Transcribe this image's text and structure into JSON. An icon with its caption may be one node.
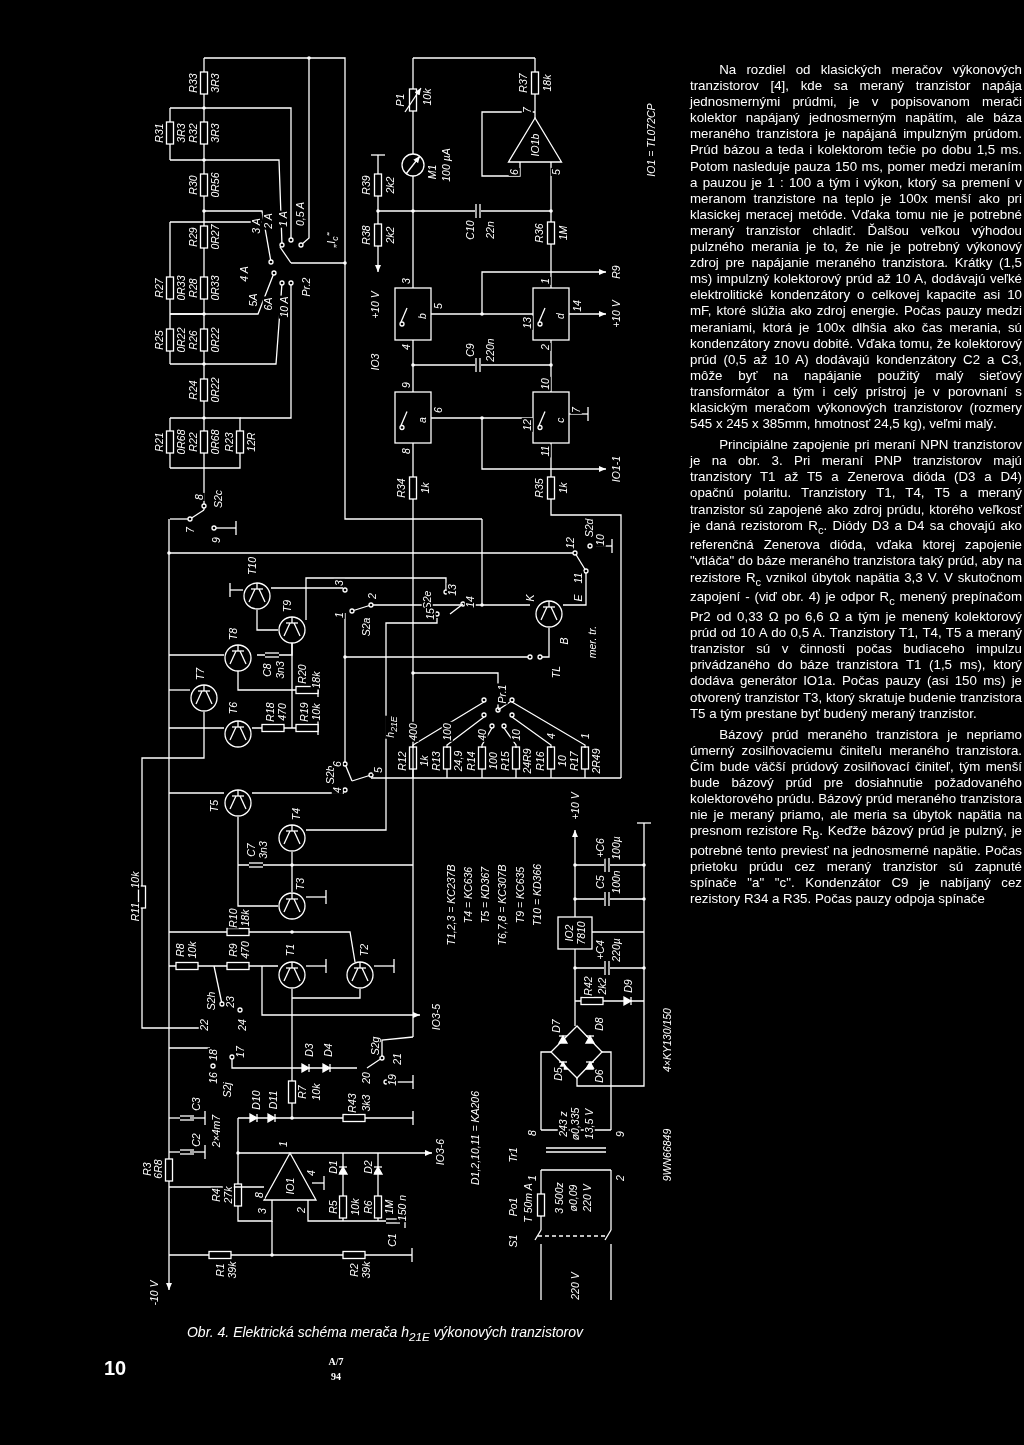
{
  "diagram": {
    "caption": "Obr. 4. Elektrická schéma merača h$_{21E}$ výkonových tranzistorov",
    "labels": [
      "R33",
      "3R3",
      "R31",
      "3R3",
      "R32",
      "3R3",
      "R30",
      "0R56",
      "R29",
      "0R27",
      "R27",
      "0R33",
      "R28",
      "0R33",
      "R25",
      "0R22",
      "R26",
      "0R22",
      "R24",
      "0R22",
      "R21",
      "0R68",
      "R22",
      "0R68",
      "R23",
      "12R",
      "3 A",
      "2 A",
      "1 A",
      "0,5 A",
      "4 A",
      "5A",
      "6A",
      "10 A",
      "Pr.2",
      "„I$_{c}$“",
      "8",
      "S2c",
      "7",
      "9",
      "R39",
      "2k2",
      "R38",
      "2k2",
      "+10 V",
      "IO3",
      "P1",
      "10k",
      "M1",
      "100 µA",
      "C10",
      "22n",
      "R37",
      "18k",
      "IO1b",
      "7",
      "6",
      "5",
      "R36",
      "1M",
      "3",
      "b",
      "5",
      "4",
      "1",
      "d",
      "13",
      "14",
      "2",
      "9",
      "a",
      "6",
      "8",
      "10",
      "c",
      "12",
      "7",
      "11",
      "C9",
      "220n",
      "R34",
      "1k",
      "R35",
      "1k",
      "R9",
      "+10 V",
      "IO1-1",
      "IO1 = TL072CP",
      "S2d",
      "12",
      "10",
      "11",
      "T10",
      "T9",
      "T8",
      "T7",
      "C8",
      "3n3",
      "R20",
      "18k",
      "T6",
      "R18",
      "470",
      "R19",
      "10k",
      "3",
      "1",
      "2",
      "S2a",
      "S2e",
      "13",
      "15",
      "14",
      "K",
      "E",
      "B",
      "mer. tr.",
      "TL",
      "Pr.1",
      "h$_{21E}$",
      "400",
      "R12",
      "1k",
      "100",
      "R13",
      "24,9",
      "40",
      "R14",
      "100",
      "10",
      "R15",
      "24R9",
      "4",
      "R16",
      "10",
      "1",
      "R17",
      "2R49",
      "S2b",
      "6",
      "4",
      "5",
      "T5",
      "T4",
      "C7",
      "3n3",
      "T1,2,3 = KC237B",
      "T4 = KC636",
      "T5 = KD367",
      "T6,7,8 = KC307B",
      "T9 = KC635",
      "T10 = KD366",
      "+10 V",
      "+C6",
      "100µ",
      "C5",
      "100n",
      "IO2",
      "7810",
      "+C4",
      "220µ",
      "R42",
      "2k2",
      "D9",
      "T3",
      "R10",
      "18k",
      "R8",
      "10k",
      "R9",
      "470",
      "T1",
      "T2",
      "R11",
      "10k",
      "S2h",
      "22",
      "23",
      "24",
      "IO3-5",
      "D7",
      "D8",
      "D5",
      "D6",
      "4×KY130/150",
      "9WN66849",
      "18",
      "17",
      "16",
      "S2j",
      "D3",
      "D4",
      "S2g",
      "21",
      "20",
      "19",
      "C3",
      "D10",
      "D11",
      "R7",
      "10k",
      "R43",
      "3k3",
      "C2",
      "2×4m7",
      "R3",
      "6R8",
      "IO1",
      "8",
      "3",
      "2",
      "4",
      "1",
      "D1",
      "D2",
      "R4",
      "27k",
      "R5",
      "10k",
      "R6",
      "1M",
      "150 n",
      "C1",
      "IO3-6",
      "D1,2,10,11 = KA206",
      "Tr1",
      "8",
      "243 z",
      "ø0,335",
      "13,5 V",
      "9",
      "1",
      "3 500z",
      "ø0,09",
      "220 V",
      "2",
      "Po1",
      "T 50m A",
      "S1",
      "-10 V",
      "R1",
      "39k",
      "R2",
      "39k",
      "220 V",
      "10",
      "A/7",
      "94",
      "Na rozdiel od klasických meračov výkonových tranzistorov [4], kde sa meraný tranzistor napája jednosmernými prúdmi, je v popisovanom merači kolektor napájaný jednosmerným napätím, ale báza meraného tranzistora je napájaná impulzným prúdom. Prúd bázou a teda i kolektorom tečie po dobu 1,5 ms. Potom nasleduje pauza 150 ms, pomer medzi meraním a pauzou je 1 : 100 a tým i výkon, ktorý sa premení v meranom tranzistore na teplo je 100x menší ako pri klasickej meracej metóde. Vďaka tomu nie je potrebné meraný tranzistor chladiť. Ďalšou veľkou výhodou pulzného merania je to, že nie je potrebný výkonový zdroj pre napájanie meraného tranzistora. Krátky (1,5 ms) impulzný kolektorový prúd až 10 A, dodávajú veľké elektrolitické kondenzátory o celkovej kapacite asi 10 mF, ktoré slúžia ako zdroj energie. Počas pauzy medzi meraniami, ktorá je 100x dlhšia ako čas merania, sú kondenzátory znovu dobité. Vďaka tomu, že kolektorový prúd (0,5 až 10 A) dodávajú kondenzátory C2 a C3, môže byť na napájanie použitý malý sieťový transformátor a tým i celý prístroj je v porovnaní s klasickým meračom výkonových tranzistorov (rozmery 545 x 245 x 385mm, hmotnosť 24,5 kg), veľmi malý.",
      "Principiálne zapojenie pri meraní NPN tranzistorov je na obr. 3. Pri meraní PNP tranzistorov majú tranzistory T1 až T5 a Zenerova dióda (D3 a D4) opačnú polaritu. Tranzistory T1, T4, T5 a meraný tranzistor sú zapojené ako zdroj prúdu, ktorého veľkosť je daná rezistorom R$_{c}$. Diódy D3 a D4 sa chovajú ako referenčná Zenerova dióda, vďaka ktorej zapojenie \"vtláča\" do báze meraného tranzistora taký prúd, aby na rezistore R$_{c}$ vznikol úbytok napätia 3,3 V. V skutočnom zapojení - (viď obr. 4) je odpor R$_{c}$ menený prepínačom Pr2 od 0,33 Ω po 6,6 Ω a tým je menený kolektorový prúd od 10 A do 0,5 A. Tranzistory T1, T4, T5 a meraný tranzistor sú v činnosti počas budiaceho impulzu privádzaného do báze tranzistora T1 (1,5 ms), ktorý dodáva generátor IO1a. Počas pauzy (asi 150 ms) je otvorený tranzistor T3, ktorý skratuje budenie tranzistora T5 a tým prestane byť budený meraný tranzistor.",
      "Bázový prúd meraného tranzistora je nepriamo úmerný zosilňovaciemu činiteľu meraného tranzistora. Čím bude väčší prúdový zosilňovací činiteľ, tým menší bude bázový prúd pre dosiahnutie požadovaného kolektorového prúdu. Bázový prúd meraného tranzistora nie je meraný priamo, ale meria sa úbytok napätia na presnom rezistore R$_{B}$. Keďže bázový prúd je pulzný, je potrebné tento previesť na jednosmerné napätie. Počas prietoku prúdu cez meraný tranzistor sú zapnuté spínače \"a\" \"c\". Kondenzátor C9 je nabíjaný cez rezistory R34 a R35. Počas pauzy odpoja spínače"
    ]
  }
}
